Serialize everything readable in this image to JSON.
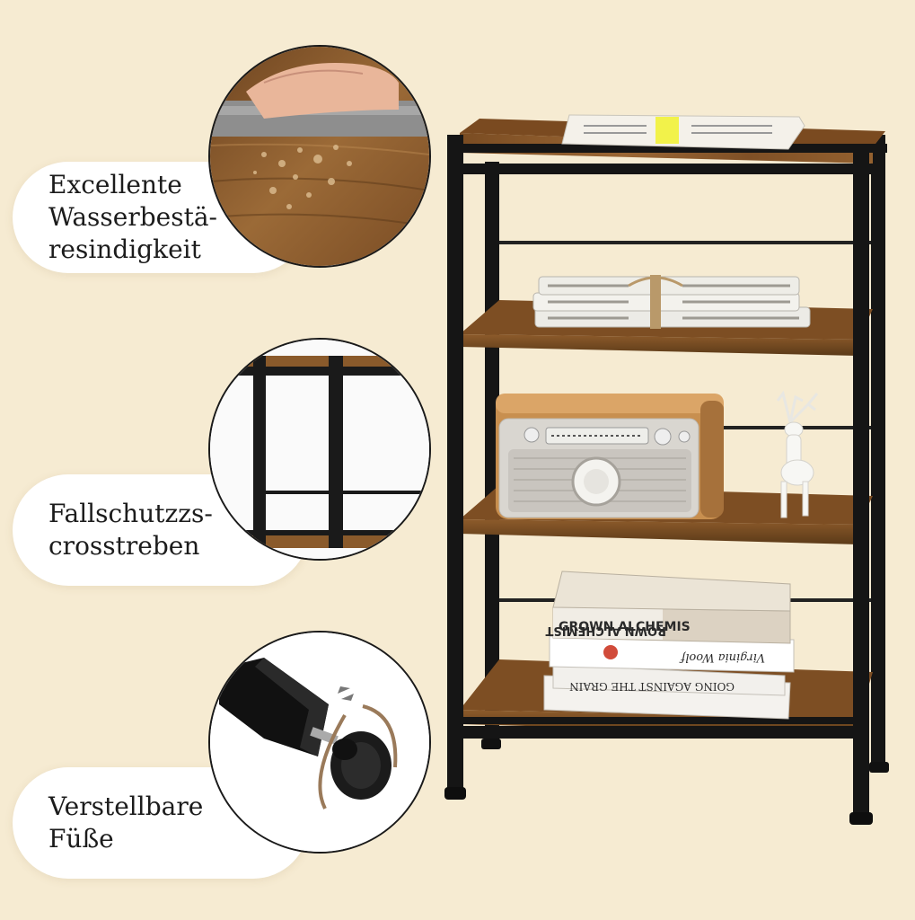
{
  "features": [
    {
      "label": "Excellente\nWasserbestä-\nresindigkeit",
      "icon": "water-resistance-closeup-icon"
    },
    {
      "label": "Fallschutzzs-\ncrosstreben",
      "icon": "cross-brace-closeup-icon"
    },
    {
      "label": "Verstellbare\nFüße",
      "icon": "adjustable-foot-icon"
    }
  ],
  "books": [
    "GROWN ALCHEMIS",
    "ROWN ALCHEMIST",
    "Virginia Woolf",
    "GOING AGAINST THE GRAIN"
  ],
  "colors": {
    "background": "#f6ebd2",
    "wood": "#8a5a2b",
    "metal": "#151515",
    "pill": "#ffffff"
  }
}
